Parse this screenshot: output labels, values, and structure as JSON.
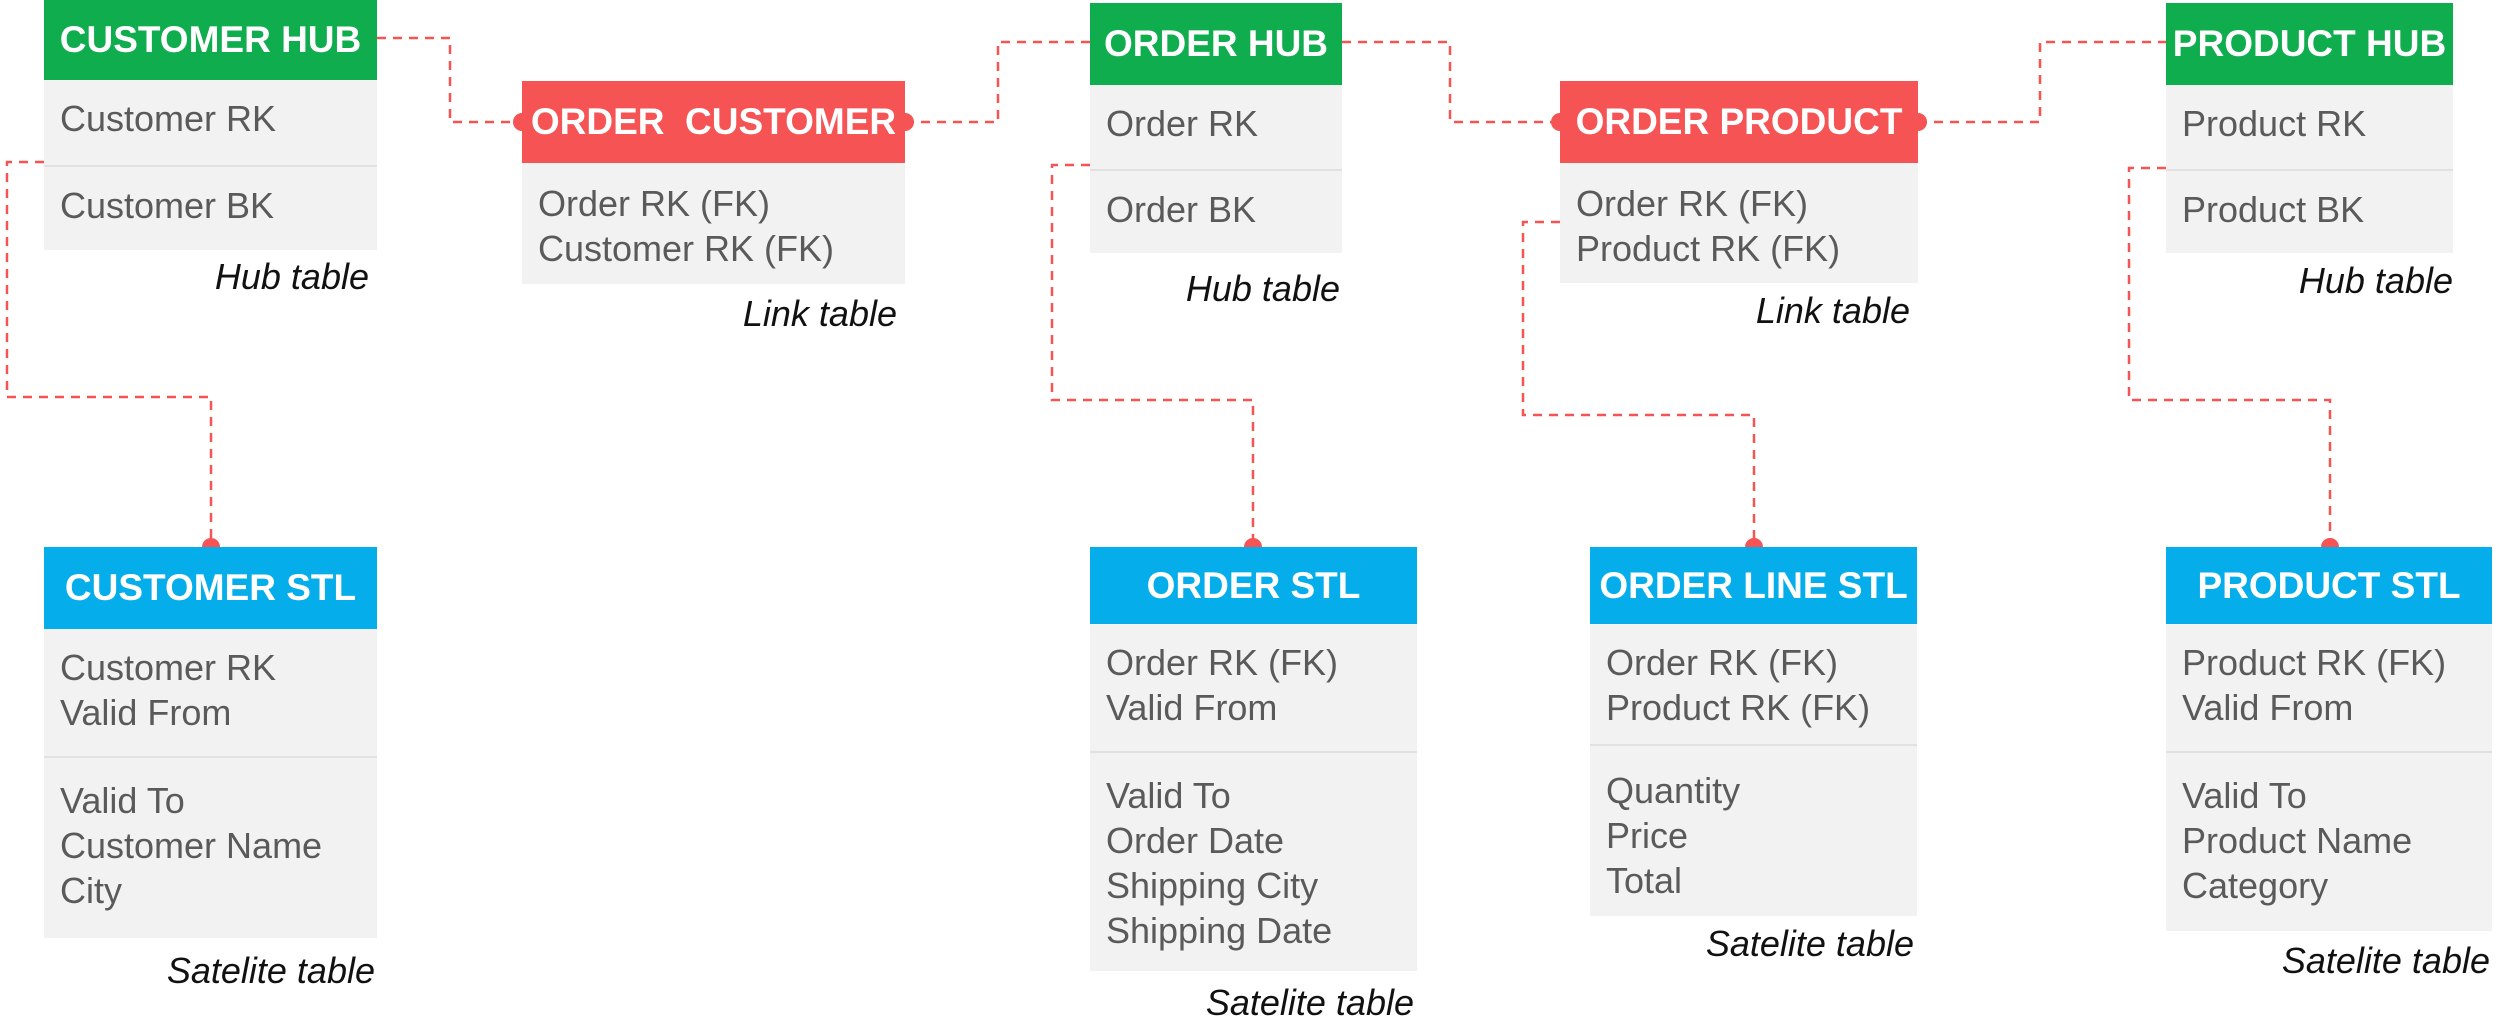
{
  "colors": {
    "hub_header": "#10ad4e",
    "link_header": "#f65354",
    "satellite_header": "#05aeea",
    "body_fill": "#f2f2f2",
    "connector": "#f65354"
  },
  "hubs": {
    "customer": {
      "title": "CUSTOMER HUB",
      "fields": [
        "Customer RK",
        "Customer BK"
      ],
      "caption": "Hub table"
    },
    "order": {
      "title": "ORDER HUB",
      "fields": [
        "Order RK",
        "Order BK"
      ],
      "caption": "Hub table"
    },
    "product": {
      "title": "PRODUCT HUB",
      "fields": [
        "Product RK",
        "Product BK"
      ],
      "caption": "Hub table"
    }
  },
  "links": {
    "order_customer": {
      "title": "ORDER  CUSTOMER",
      "fields": [
        "Order RK (FK)",
        "Customer RK (FK)"
      ],
      "caption": "Link table"
    },
    "order_product": {
      "title": "ORDER PRODUCT",
      "fields": [
        "Order RK (FK)",
        "Product RK (FK)"
      ],
      "caption": "Link table"
    }
  },
  "satellites": {
    "customer": {
      "title": "CUSTOMER STL",
      "keys": [
        "Customer RK",
        "Valid From"
      ],
      "attributes": [
        "Valid To",
        "Customer Name",
        "City"
      ],
      "caption": "Satelite table"
    },
    "order": {
      "title": "ORDER STL",
      "keys": [
        "Order RK (FK)",
        "Valid From"
      ],
      "attributes": [
        "Valid To",
        "Order Date",
        "Shipping City",
        "Shipping Date"
      ],
      "caption": "Satelite table"
    },
    "order_line": {
      "title": "ORDER LINE STL",
      "keys": [
        "Order RK (FK)",
        "Product RK (FK)"
      ],
      "attributes": [
        "Quantity",
        "Price",
        "Total"
      ],
      "caption": "Satelite table"
    },
    "product": {
      "title": "PRODUCT STL",
      "keys": [
        "Product RK (FK)",
        "Valid From"
      ],
      "attributes": [
        "Valid To",
        "Product Name",
        "Category"
      ],
      "caption": "Satelite table"
    }
  }
}
